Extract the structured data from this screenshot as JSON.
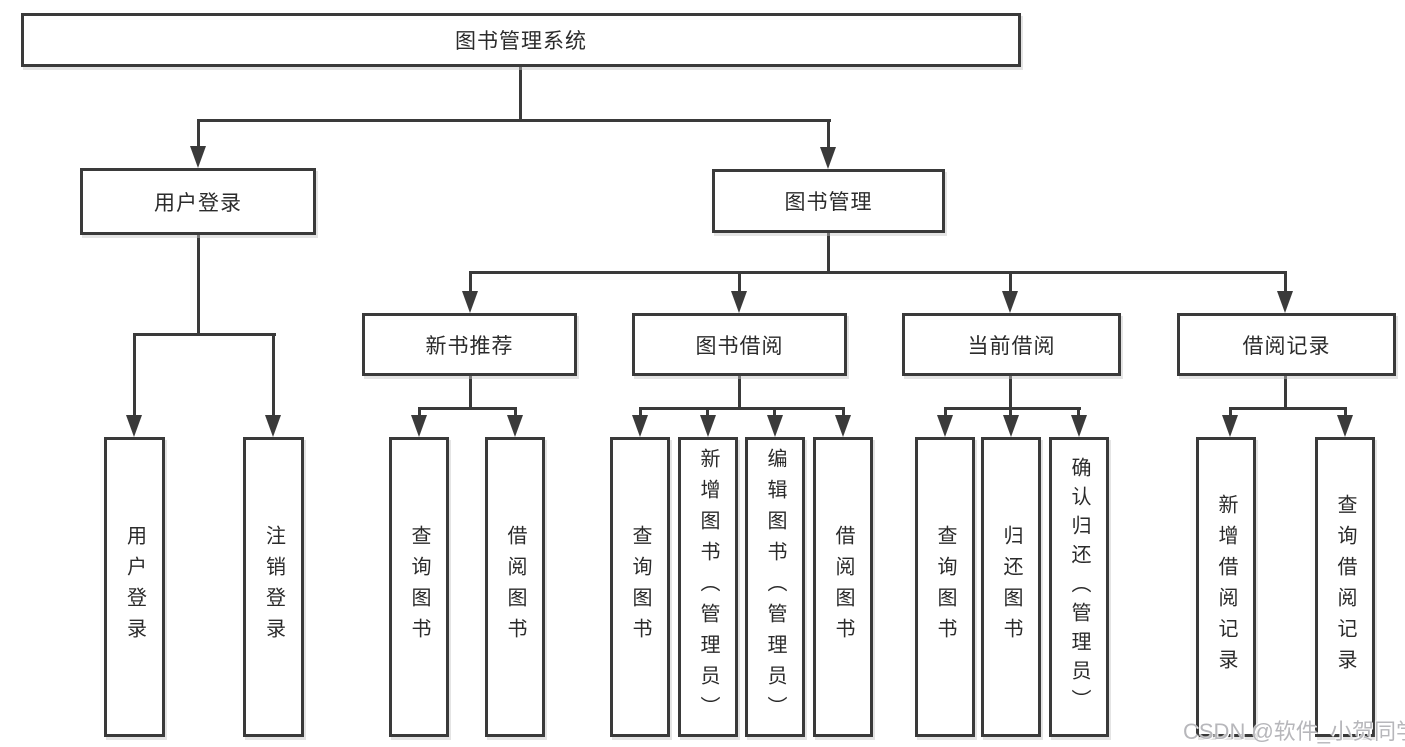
{
  "diagram": {
    "root": "图书管理系统",
    "branches": [
      {
        "label": "用户登录",
        "children": [
          "用户登录",
          "注销登录"
        ]
      },
      {
        "label": "图书管理",
        "children": [
          {
            "label": "新书推荐",
            "children": [
              "查询图书",
              "借阅图书"
            ]
          },
          {
            "label": "图书借阅",
            "children": [
              "查询图书",
              "新增图书（管理员）",
              "编辑图书（管理员）",
              "借阅图书"
            ]
          },
          {
            "label": "当前借阅",
            "children": [
              "查询图书",
              "归还图书",
              "确认归还（管理员）"
            ]
          },
          {
            "label": "借阅记录",
            "children": [
              "新增借阅记录",
              "查询借阅记录"
            ]
          }
        ]
      }
    ]
  },
  "watermark": {
    "text": "CSDN @软件_小贺同学"
  },
  "colors": {
    "line": "#3a3a3a",
    "text": "#2b2b2b",
    "background": "#ffffff",
    "watermark": "#b7b7bb"
  }
}
